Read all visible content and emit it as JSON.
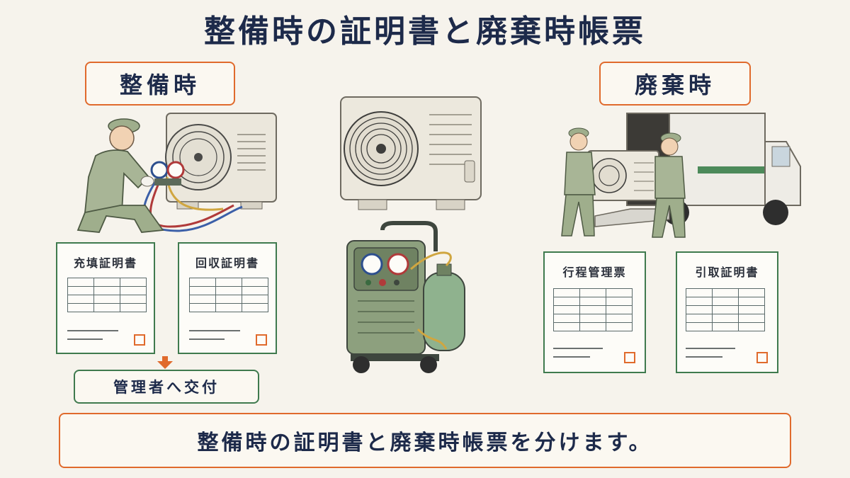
{
  "title": "整備時の証明書と廃棄時帳票",
  "sections": {
    "maintenance": {
      "label": "整備時"
    },
    "disposal": {
      "label": "廃棄時"
    }
  },
  "documents": {
    "charging_certificate": "充填証明書",
    "recovery_certificate": "回収証明書",
    "process_control_form": "行程管理票",
    "pickup_certificate": "引取証明書"
  },
  "handover": {
    "label": "管理者へ交付"
  },
  "banner": {
    "text": "整備時の証明書と廃棄時帳票を分けます。"
  },
  "colors": {
    "accent_orange": "#e06a2c",
    "doc_green": "#3f7a4e",
    "uniform_green": "#9fae8c",
    "background": "#f6f3ec"
  }
}
